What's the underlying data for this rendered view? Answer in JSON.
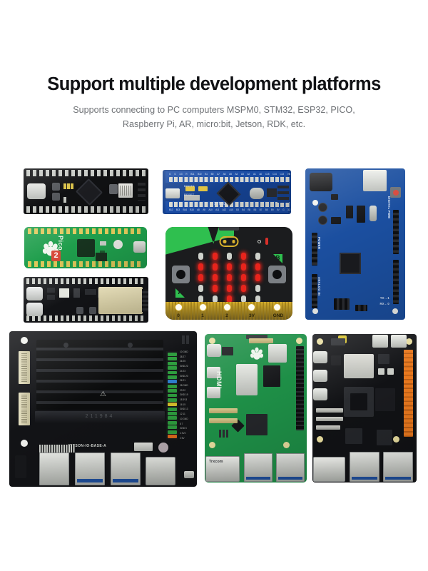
{
  "header": {
    "title": "Support multiple development platforms",
    "subtitle_line1": "Supports connecting to PC computers MSPM0, STM32, ESP32, PICO,",
    "subtitle_line2": "Raspberry Pi, AR, micro:bit, Jetson, RDK, etc."
  },
  "colors": {
    "background": "#ffffff",
    "title": "#111215",
    "subtitle": "#6f7276",
    "pcb_blue": "#1b4fa0",
    "pcb_green": "#1e8f47",
    "pcb_black": "#121316",
    "microbit_green": "#2fbf4f",
    "microbit_gold": "#d4ad2b",
    "led_red": "#e8241c",
    "rdk_orange": "#e8781e"
  },
  "boards": [
    {
      "id": "mspm0",
      "name": "MSPM0 development board",
      "pcb_color": "black",
      "features": [
        "usb-c-port",
        "castellated-headers",
        "qfn-mcu",
        "fpc-connector",
        "push-buttons"
      ]
    },
    {
      "id": "pico2",
      "name": "Raspberry Pi Pico 2",
      "pcb_color": "green",
      "silkscreen": "Pico 2",
      "silk_label": "Pico",
      "silk_number": "2",
      "features": [
        "raspberry-logo",
        "micro-usb-port",
        "bootsel-button",
        "castellated-headers"
      ]
    },
    {
      "id": "esp32",
      "name": "ESP32 development board",
      "pcb_color": "black",
      "features": [
        "dual-usb-c-ports",
        "wifi-module",
        "pcb-antenna",
        "boot-button",
        "reset-button"
      ]
    },
    {
      "id": "stm32",
      "name": "STM32 Blue Pill board",
      "pcb_color": "blue",
      "silkscreen": "STM32",
      "pins_top": [
        "G",
        "G",
        "3.3",
        "R",
        "B11",
        "B10",
        "B1",
        "B0",
        "A7",
        "A6",
        "A5",
        "A4",
        "A3",
        "A2",
        "A1",
        "A0",
        "C15",
        "C14",
        "C13",
        "VB"
      ],
      "pins_bottom": [
        "B12",
        "B13",
        "B14",
        "B15",
        "A8",
        "A9",
        "A10",
        "A11",
        "A12",
        "A15",
        "B3",
        "B4",
        "B5",
        "B6",
        "B7",
        "B8",
        "B9",
        "5V",
        "G",
        "3.3"
      ],
      "features": [
        "micro-usb-port",
        "lqfp-mcu",
        "crystal-oscillator",
        "boot-jumpers",
        "swd-header"
      ]
    },
    {
      "id": "microbit",
      "name": "BBC micro:bit",
      "pcb_color": "black",
      "button_a": "A",
      "button_b": "B",
      "edge_labels": [
        "0",
        "1",
        "2",
        "3V",
        "GND"
      ],
      "led_matrix": {
        "rows": 5,
        "cols": 5,
        "pattern": [
          [
            0,
            1,
            0,
            1,
            0
          ],
          [
            1,
            1,
            1,
            1,
            1
          ],
          [
            1,
            1,
            1,
            1,
            1
          ],
          [
            0,
            1,
            1,
            1,
            0
          ],
          [
            0,
            0,
            1,
            0,
            0
          ]
        ],
        "shape": "heart"
      },
      "features": [
        "5x5-led-matrix",
        "button-a",
        "button-b",
        "reset-button",
        "micro-usb-port",
        "gold-edge-connector"
      ]
    },
    {
      "id": "arduino-uno",
      "name": "Arduino UNO compatible board",
      "pcb_color": "blue",
      "silk_power": "POWER",
      "silk_analog": "ANALOG IN",
      "silk_digital": "DIGITAL PWM",
      "silk_tx": "TX→1",
      "silk_rx": "RX←0",
      "features": [
        "usb-b-port",
        "dc-barrel-jack",
        "reset-button",
        "atmega-mcu",
        "icsp-header"
      ]
    },
    {
      "id": "jetson",
      "name": "Jetson Nano carrier board",
      "pcb_color": "black",
      "silkscreen": "JETSON-IO-BASE-A",
      "som_serial": "211984",
      "features": [
        "heatsink",
        "som-socket",
        "camera-connectors",
        "gpio-header",
        "usb-a-ports",
        "usb-3-ports",
        "ethernet-jack",
        "micro-usb-port",
        "barrel-jack"
      ]
    },
    {
      "id": "raspberry-pi-5",
      "name": "Raspberry Pi 5",
      "pcb_color": "green",
      "silk_hdmi": "HDMI",
      "ethernet_brand": "Trxcom",
      "features": [
        "raspberry-logo",
        "40-pin-gpio-header",
        "dual-micro-hdmi",
        "usb-c-power",
        "csi-dsi-connectors",
        "usb-3-ports",
        "ethernet-jack",
        "rp1-chip",
        "lpddr-ram"
      ]
    },
    {
      "id": "rdk-x3",
      "name": "RDK X3 development board",
      "pcb_color": "black",
      "features": [
        "orange-40-pin-gpio-header",
        "hdmi-port",
        "usb-c-ports",
        "soc",
        "ddr-ram",
        "mipi-connectors",
        "usb-3-ports",
        "ethernet-jack",
        "wifi-module"
      ]
    }
  ]
}
